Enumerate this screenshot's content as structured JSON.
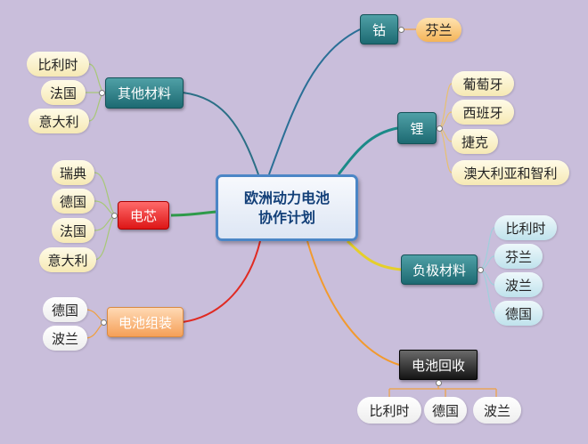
{
  "center": {
    "line1": "欧洲动力电池",
    "line2": "协作计划"
  },
  "branches": {
    "cobalt": {
      "label": "钴",
      "leaves": [
        "芬兰"
      ]
    },
    "lithium": {
      "label": "锂",
      "leaves": [
        "葡萄牙",
        "西班牙",
        "捷克",
        "澳大利亚和智利"
      ]
    },
    "anode": {
      "label": "负极材料",
      "leaves": [
        "比利时",
        "芬兰",
        "波兰",
        "德国"
      ]
    },
    "recycling": {
      "label": "电池回收",
      "leaves": [
        "比利时",
        "德国",
        "波兰"
      ]
    },
    "assembly": {
      "label": "电池组装",
      "leaves": [
        "德国",
        "波兰"
      ]
    },
    "cell": {
      "label": "电芯",
      "leaves": [
        "瑞典",
        "德国",
        "法国",
        "意大利"
      ]
    },
    "other": {
      "label": "其他材料",
      "leaves": [
        "比利时",
        "法国",
        "意大利"
      ]
    }
  },
  "colors": {
    "background": "#c9bedb",
    "center_border": "#4b86c6",
    "teal": "#1d6a72",
    "red": "#dd1616",
    "orange": "#f5a058",
    "dark": "#141414",
    "line_cobalt": "#2a6f96",
    "line_lithium": "#1b8a88",
    "line_anode": "#e5cf2a",
    "line_recycling": "#f29a2e",
    "line_assembly": "#e02a22",
    "line_cell": "#2e9a4a",
    "line_other": "#2b6f86"
  }
}
